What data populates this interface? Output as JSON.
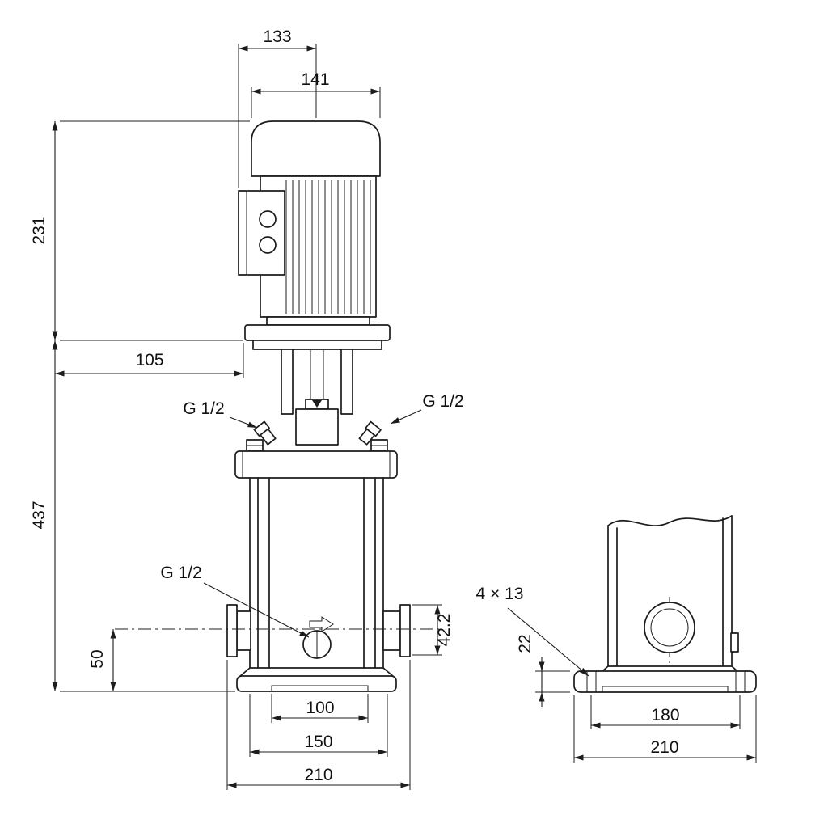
{
  "drawing": {
    "background": "#ffffff",
    "line_color": "#1c1c1c",
    "front_view": {
      "motor_top_width": "133",
      "motor_width": "141",
      "motor_height": "231",
      "head_offset": "105",
      "pump_height": "437",
      "port_top_left": "G 1/2",
      "port_top_right": "G 1/2",
      "port_drain": "G 1/2",
      "inlet_height": "50",
      "outlet_flange_height": "42.2",
      "base_inner_width": "100",
      "base_bolt_spacing": "150",
      "base_width": "210"
    },
    "side_view": {
      "holes": "4 × 13",
      "base_thickness": "22",
      "hole_spacing": "180",
      "base_length": "210"
    }
  }
}
